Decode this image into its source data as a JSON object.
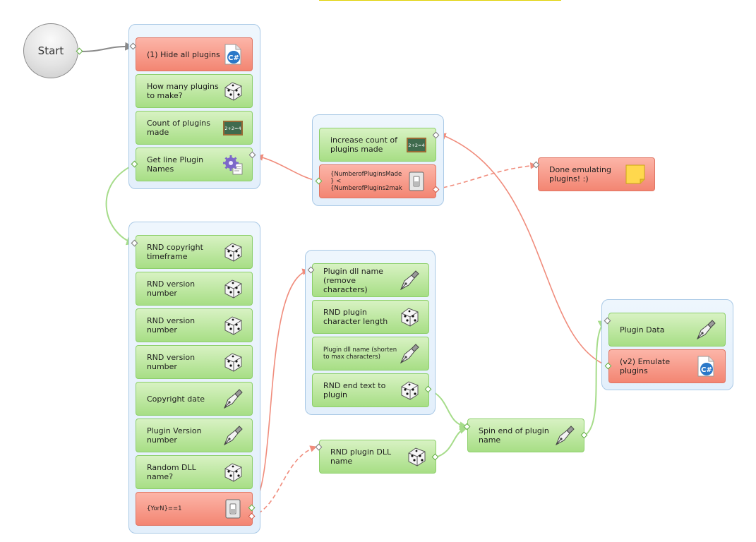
{
  "start": {
    "label": "Start"
  },
  "nodes": {
    "hide_plugins": "(1) Hide all plugins",
    "how_many": "How many plugins to make?",
    "count_made": "Count of plugins made",
    "get_line": "Get line Plugin Names",
    "increase_count": "increase count of plugins made",
    "compare": "{NumberofPluginsMade } < {NumberofPlugins2mak",
    "done": "Done emulating plugins! :)",
    "rnd_copyright": "RND copyright timeframe",
    "rnd_version_1": "RND version number",
    "rnd_version_2": "RND version number",
    "rnd_version_3": "RND version number",
    "copyright_date": "Copyright date",
    "plugin_version": "Plugin Version number",
    "random_dll": "Random DLL name?",
    "yorn": "{YorN}==1",
    "dll_name_remove": "Plugin dll name (remove characters)",
    "rnd_char_length": "RND plugin character length",
    "dll_name_shorten": "Plugin dll name (shorten to max characters)",
    "rnd_end_text": "RND end text to plugin",
    "rnd_dll_name": "RND plugin DLL name",
    "spin_end": "Spin end of plugin name",
    "plugin_data": "Plugin Data",
    "emulate": "(v2) Emulate plugins"
  },
  "icon_badges": {
    "csharp": "C#",
    "chalkboard": "2+2=4"
  },
  "colors": {
    "green_wire": "#a6dc8a",
    "red_wire": "#f08c7c",
    "gray_wire": "#8a8a8a",
    "container_border": "#a9c9e6"
  }
}
